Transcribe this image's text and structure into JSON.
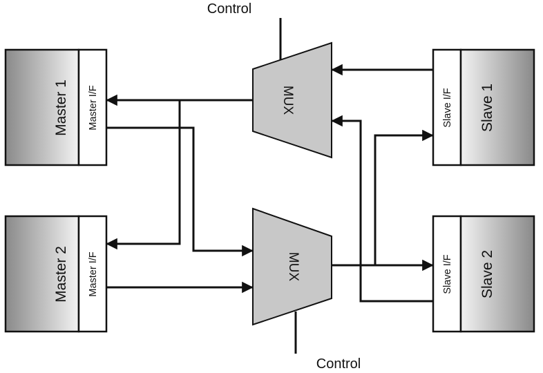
{
  "labels": {
    "control_top": "Control",
    "control_bottom": "Control",
    "mux_top": "MUX",
    "mux_bottom": "MUX",
    "master1": "Master 1",
    "master1_if": "Master I/F",
    "master2": "Master 2",
    "master2_if": "Master I/F",
    "slave1": "Slave 1",
    "slave1_if": "Slave I/F",
    "slave2": "Slave 2",
    "slave2_if": "Slave I/F"
  },
  "colors": {
    "line": "#111111",
    "mux_fill": "#c8c8c8",
    "box_gradient_dark": "#8a8a8a",
    "box_gradient_light": "#f0f0f0"
  }
}
